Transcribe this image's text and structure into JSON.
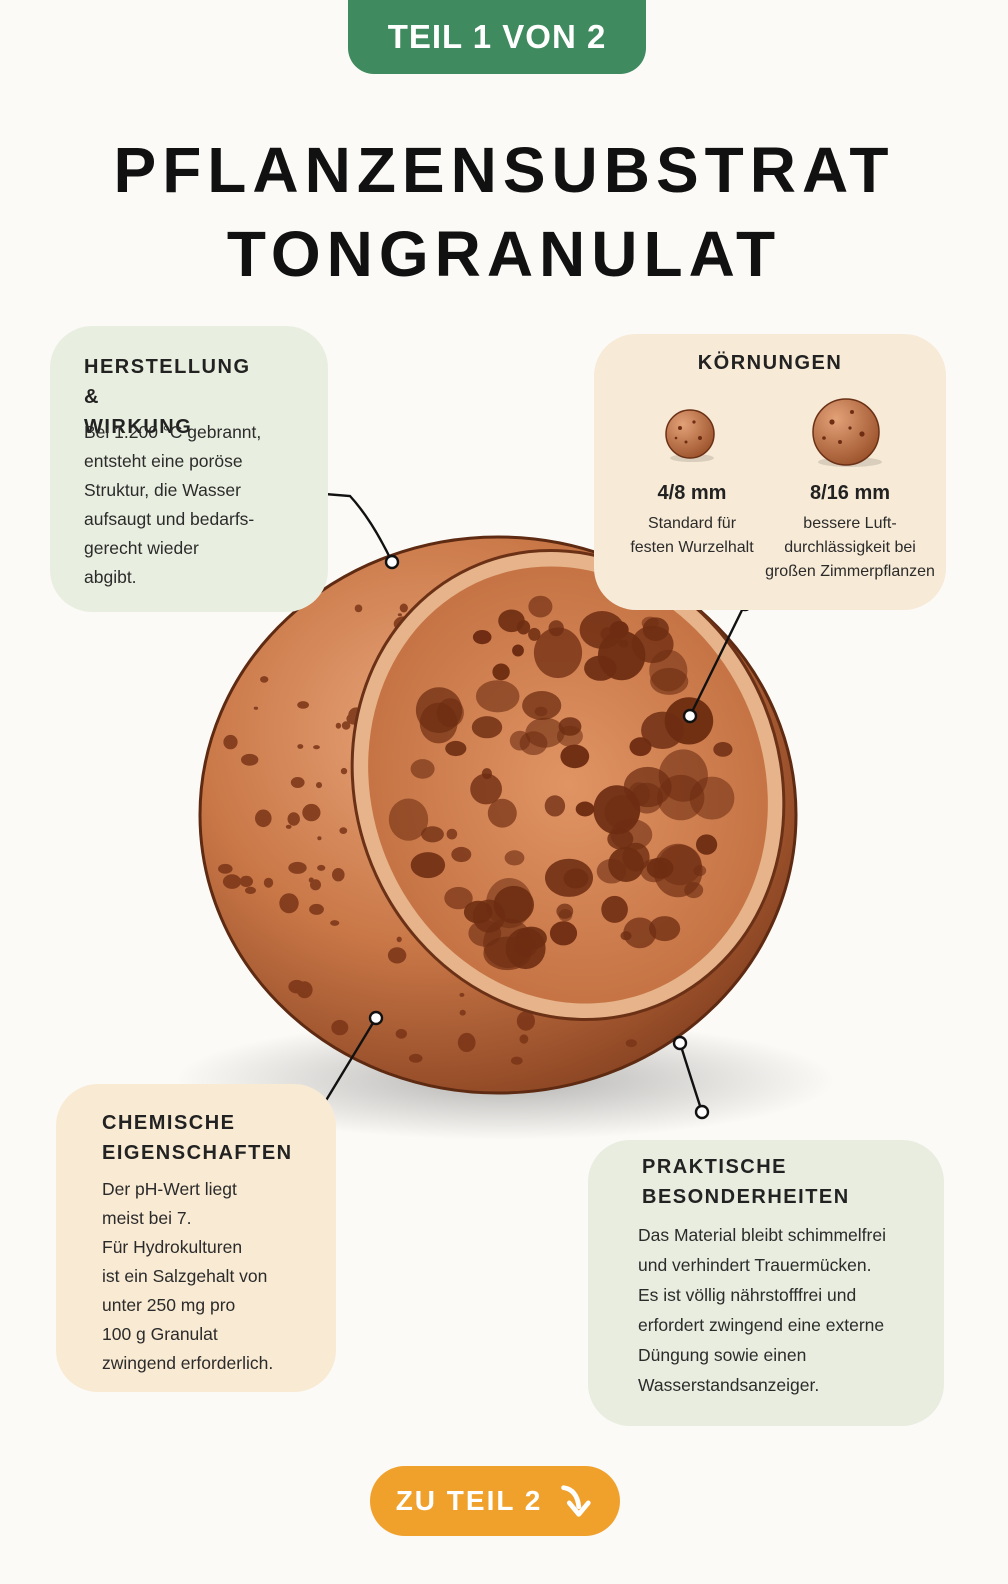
{
  "badge": "TEIL 1 VON 2",
  "title": {
    "line1": "PFLANZENSUBSTRAT",
    "line2": "TONGRANULAT"
  },
  "production": {
    "heading": "HERSTELLUNG &\nWIRKUNG",
    "text": "Bei 1.200 °C gebrannt,\nentsteht eine poröse\nStruktur, die Wasser\naufsaugt und bedarfs-\ngerecht wieder\nabgibt."
  },
  "grain_sizes": {
    "heading": "KÖRNUNGEN",
    "items": [
      {
        "label": "4/8 mm",
        "desc": "Standard für\nfesten Wurzelhalt"
      },
      {
        "label": "8/16 mm",
        "desc": "bessere Luft-\ndurchlässigkeit bei\ngroßen Zimmerpflanzen"
      }
    ]
  },
  "chemical": {
    "heading": "CHEMISCHE\nEIGENSCHAFTEN",
    "text": "Der pH-Wert liegt\nmeist bei 7.\nFür Hydrokulturen\nist ein Salzgehalt von\nunter 250 mg pro\n100 g Granulat\nzwingend erforderlich."
  },
  "practical": {
    "heading": "PRAKTISCHE\nBESONDERHEITEN",
    "text": "Das Material bleibt schimmelfrei\nund verhindert Trauermücken.\nEs ist völlig nährstofffrei und\nerfordert zwingend eine externe\nDüngung sowie einen\nWasserstandsanzeiger."
  },
  "cta": {
    "label": "ZU TEIL 2",
    "icon": "arrow-down-icon"
  },
  "colors": {
    "badge": "#3f8a5e",
    "cta": "#f0a12c",
    "clay": "#c9774a",
    "pore": "#7a3517"
  }
}
